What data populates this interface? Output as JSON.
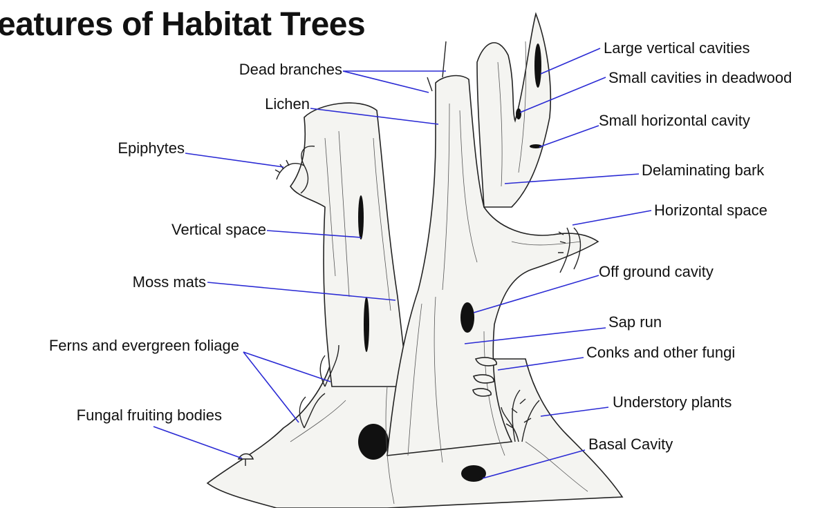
{
  "title": "eatures of Habitat Trees",
  "labels": {
    "dead_branches": "Dead branches",
    "lichen": "Lichen",
    "epiphytes": "Epiphytes",
    "vertical_space": "Vertical space",
    "moss_mats": "Moss mats",
    "ferns": "Ferns and evergreen foliage",
    "fungal_fruiting": "Fungal fruiting bodies",
    "large_vertical_cavities": "Large vertical cavities",
    "small_cavities_deadwood": "Small cavities in deadwood",
    "small_horizontal_cavity": "Small horizontal cavity",
    "delaminating_bark": "Delaminating bark",
    "horizontal_space": "Horizontal space",
    "off_ground_cavity": "Off ground cavity",
    "sap_run": "Sap run",
    "conks": "Conks and other fungi",
    "understory_plants": "Understory plants",
    "basal_cavity": "Basal Cavity"
  },
  "colors": {
    "leader_line": "#2a2ad4",
    "text": "#111111",
    "background": "#ffffff"
  }
}
